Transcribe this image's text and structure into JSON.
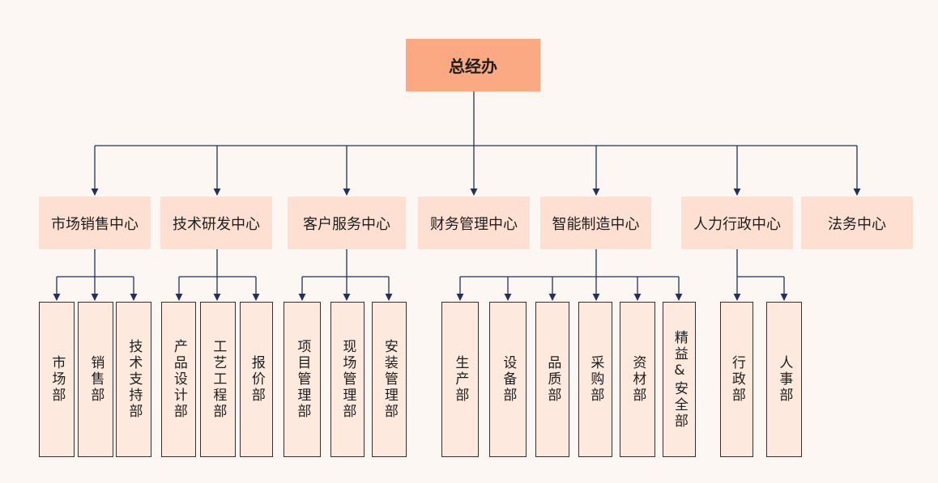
{
  "colors": {
    "background": "#fdf7f3",
    "root_fill": "#fba982",
    "center_fill": "#fde0d1",
    "dept_fill": "#fee9de",
    "dept_border": "#3a2f2f",
    "connector": "#23305f"
  },
  "root": {
    "label": "总经办"
  },
  "centers": [
    {
      "label": "市场销售中心",
      "departments": [
        "市场部",
        "销售部",
        "技术支持部"
      ]
    },
    {
      "label": "技术研发中心",
      "departments": [
        "产品设计部",
        "工艺工程部",
        "报价部"
      ]
    },
    {
      "label": "客户服务中心",
      "departments": [
        "项目管理部",
        "现场管理部",
        "安装管理部"
      ]
    },
    {
      "label": "财务管理中心",
      "departments": []
    },
    {
      "label": "智能制造中心",
      "departments": [
        "生产部",
        "设备部",
        "品质部",
        "采购部",
        "资材部",
        "精益&安全部"
      ]
    },
    {
      "label": "人力行政中心",
      "departments": [
        "行政部",
        "人事部"
      ]
    },
    {
      "label": "法务中心",
      "departments": []
    }
  ]
}
